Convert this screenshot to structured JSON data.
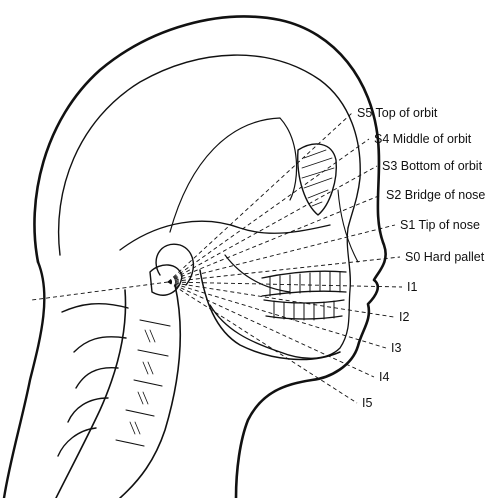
{
  "diagram": {
    "labels_upper": [
      {
        "code": "S5",
        "text": "S5 Top of orbit"
      },
      {
        "code": "S4",
        "text": "S4 Middle of orbit"
      },
      {
        "code": "S3",
        "text": "S3 Bottom of orbit"
      },
      {
        "code": "S2",
        "text": "S2 Bridge of nose"
      },
      {
        "code": "S1",
        "text": "S1 Tip of nose"
      },
      {
        "code": "S0",
        "text": "S0 Hard pallet"
      }
    ],
    "labels_lower": [
      {
        "code": "I1",
        "text": "I1"
      },
      {
        "code": "I2",
        "text": "I2"
      },
      {
        "code": "I3",
        "text": "I3"
      },
      {
        "code": "I4",
        "text": "I4"
      },
      {
        "code": "I5",
        "text": "I5"
      }
    ]
  }
}
